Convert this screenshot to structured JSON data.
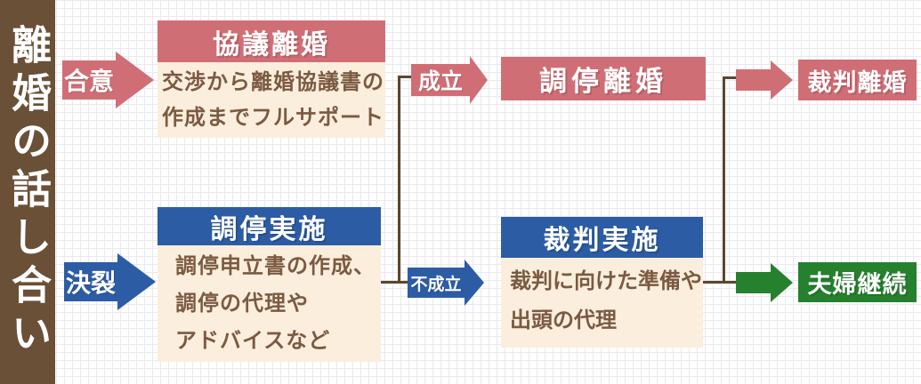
{
  "sidebar": {
    "title": "離婚の話し合い"
  },
  "arrows": {
    "goui": "合意",
    "ketsuretsu": "決裂",
    "seiritsu": "成立",
    "fuseiritsu": "不成立"
  },
  "nodes": {
    "kyogi_rikon": {
      "title": "協議離婚",
      "body_lines": [
        "交渉から離婚協議書の",
        "作成までフルサポート"
      ]
    },
    "chotei_jisshi": {
      "title": "調停実施",
      "body_lines": [
        "調停申立書の作成、",
        "調停の代理や",
        "アドバイスなど"
      ]
    },
    "chotei_rikon": {
      "title": "調停離婚"
    },
    "saiban_jisshi": {
      "title": "裁判実施",
      "body_lines": [
        "裁判に向けた準備や",
        "出頭の代理"
      ]
    },
    "saiban_rikon": {
      "title": "裁判離婚"
    },
    "fufu_keizoku": {
      "title": "夫婦継続"
    }
  },
  "colors": {
    "pink": "#d06e76",
    "blue": "#2c5ca4",
    "green": "#26812f",
    "cream": "#fbeedd",
    "sidebar": "#6a5037",
    "line": "#5c462f",
    "bodytext": "#7b5a41",
    "grid": "#e9e9ee"
  }
}
